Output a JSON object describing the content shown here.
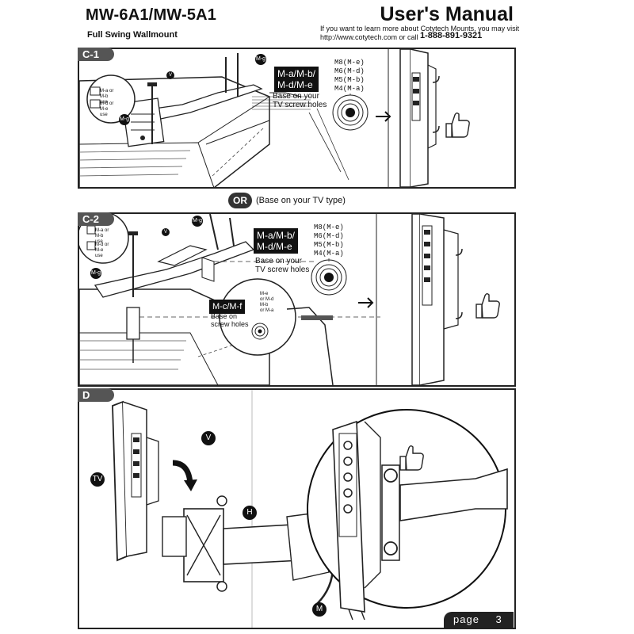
{
  "header": {
    "model": "MW-6A1/MW-5A1",
    "subtitle": "Full Swing Wallmount",
    "manual_title": "User's Manual",
    "contact_line1": "If you want to learn more about Cotytech Mounts, you may visit",
    "contact_line2": "http://www.cotytech.com or call",
    "phone": "1-888-891-9321"
  },
  "panel_c1": {
    "tag": "C-1",
    "screw_label_1": "M-a/M-b/",
    "screw_label_2": "M-d/M-e",
    "base_note_1": "Base on your",
    "base_note_2": "TV screw holes",
    "sizes": [
      "M8(M-e)",
      "M6(M-d)",
      "M5(M-b)",
      "M4(M-a)"
    ],
    "callout_g": "M-g",
    "callout_v": "V",
    "inset_1": "M-a or M-b use",
    "inset_2": "M-d or M-e use"
  },
  "or_row": {
    "or_text": "OR",
    "note": "(Base on your TV type)"
  },
  "panel_c2": {
    "tag": "C-2",
    "screw_label_1": "M-a/M-b/",
    "screw_label_2": "M-d/M-e",
    "base_note_1": "Base on your",
    "base_note_2": "TV screw holes",
    "sizes": [
      "M8(M-e)",
      "M6(M-d)",
      "M5(M-b)",
      "M4(M-a)"
    ],
    "spacer_label": "M-c/M-f",
    "spacer_note_1": "Base on",
    "spacer_note_2": "screw holes",
    "spacer_sizes": [
      "M-e",
      "or M-d",
      "M-b",
      "or M-a"
    ],
    "callout_g": "M-g",
    "callout_v": "V",
    "inset_1": "M-a or M-b use",
    "inset_2": "M-d or M-e use"
  },
  "panel_d": {
    "tag": "D",
    "callout_v": "V",
    "callout_tv": "TV",
    "callout_h": "H",
    "callout_m": "M"
  },
  "footer": {
    "page_label": "page",
    "page_number": "3"
  }
}
